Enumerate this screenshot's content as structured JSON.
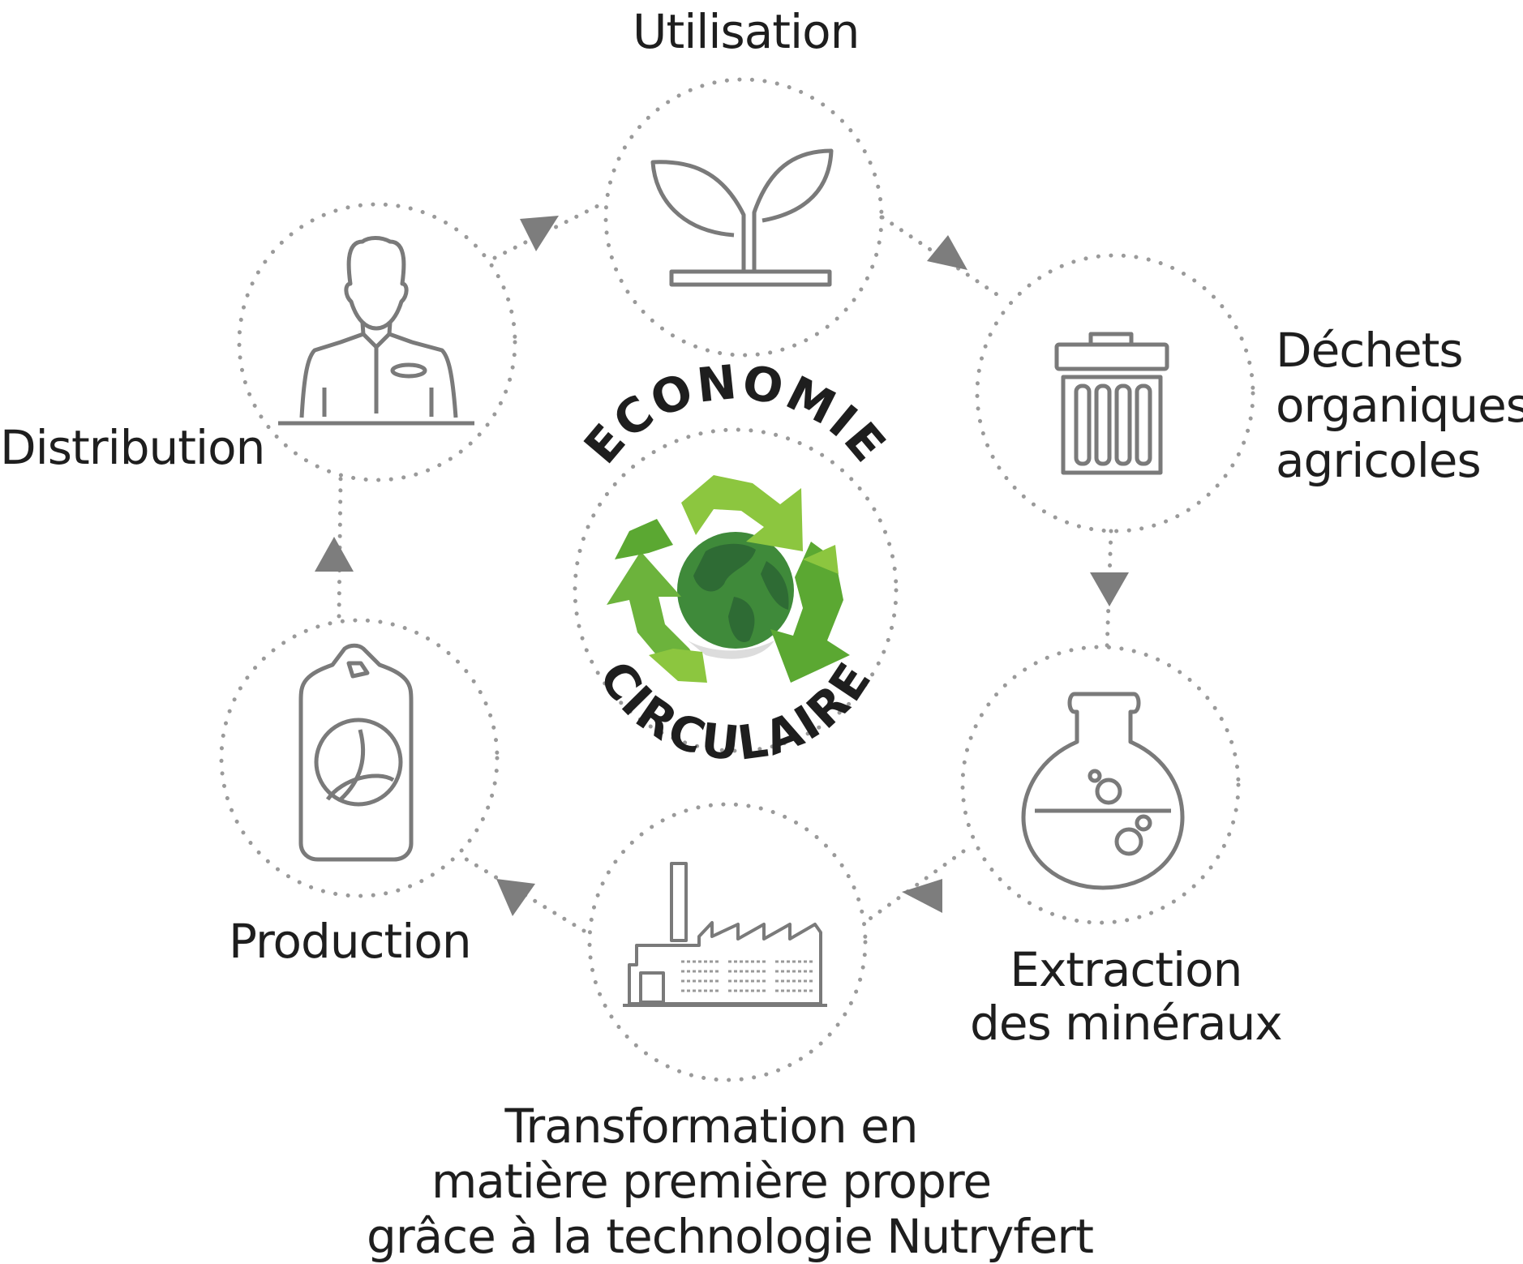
{
  "center": {
    "top_text": "ECONOMIE",
    "bottom_text": "CIRCULAIRE"
  },
  "stages": {
    "utilisation": {
      "label": "Utilisation",
      "icon": "plant-sprout-icon"
    },
    "dechets": {
      "lines": [
        "Déchets",
        "organiques",
        "agricoles"
      ],
      "icon": "trash-bin-icon"
    },
    "extraction": {
      "lines": [
        "Extraction",
        "des minéraux"
      ],
      "icon": "chemistry-flask-icon"
    },
    "transformation": {
      "lines": [
        "Transformation en",
        "matière première propre",
        "grâce à la technologie Nutryfert"
      ],
      "icon": "factory-icon"
    },
    "production": {
      "label": "Production",
      "icon": "fertilizer-bag-icon"
    },
    "distribution": {
      "label": "Distribution",
      "icon": "salesperson-icon"
    }
  },
  "colors": {
    "outline": "#7a7a7a",
    "dots": "#9a9a9a",
    "arrow": "#7d7d7d",
    "green_light": "#8cc63f",
    "green_mid": "#5ba832",
    "green_dark": "#2e6b34",
    "text": "#1e1e1e"
  }
}
